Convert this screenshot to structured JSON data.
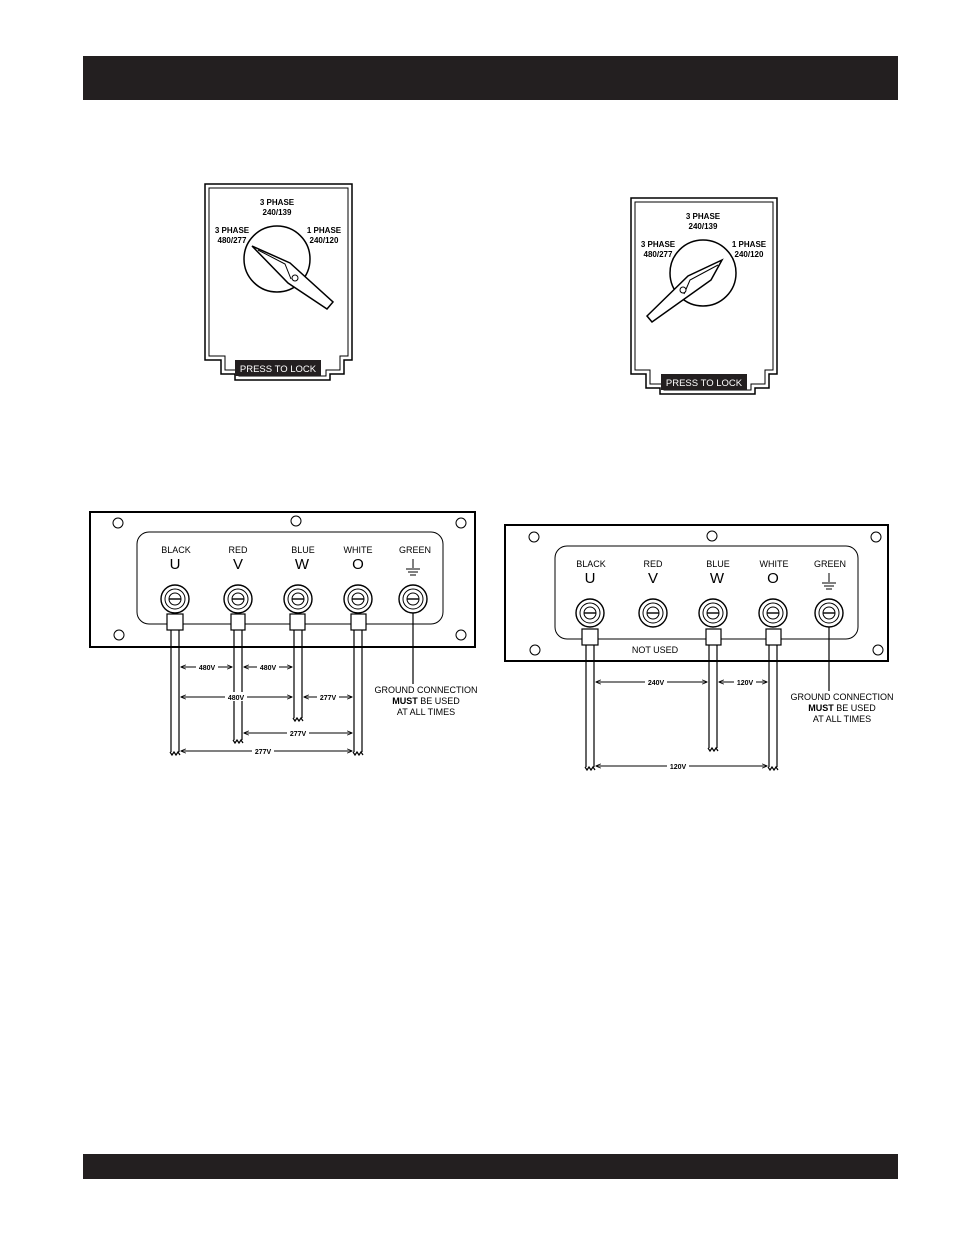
{
  "switch_left": {
    "top_label": [
      "3 PHASE",
      "240/139"
    ],
    "left_label": [
      "3 PHASE",
      "480/277"
    ],
    "right_label": [
      "1 PHASE",
      "240/120"
    ],
    "lock_label": "PRESS TO LOCK"
  },
  "switch_right": {
    "top_label": [
      "3 PHASE",
      "240/139"
    ],
    "left_label": [
      "3 PHASE",
      "480/277"
    ],
    "right_label": [
      "1 PHASE",
      "240/120"
    ],
    "lock_label": "PRESS TO LOCK"
  },
  "panel_left": {
    "terminals": [
      {
        "color": "BLACK",
        "letter": "U"
      },
      {
        "color": "RED",
        "letter": "V"
      },
      {
        "color": "BLUE",
        "letter": "W"
      },
      {
        "color": "WHITE",
        "letter": "O"
      },
      {
        "color": "GREEN",
        "letter": ""
      }
    ],
    "voltages": [
      "480V",
      "480V",
      "480V",
      "277V",
      "277V",
      "277V"
    ],
    "ground_note": [
      "GROUND CONNECTION",
      "MUST",
      " BE USED",
      "AT ALL TIMES"
    ]
  },
  "panel_right": {
    "terminals": [
      {
        "color": "BLACK",
        "letter": "U"
      },
      {
        "color": "RED",
        "letter": "V"
      },
      {
        "color": "BLUE",
        "letter": "W"
      },
      {
        "color": "WHITE",
        "letter": "O"
      },
      {
        "color": "GREEN",
        "letter": ""
      }
    ],
    "not_used_label": "NOT USED",
    "voltages": [
      "240V",
      "120V",
      "120V"
    ],
    "ground_note": [
      "GROUND CONNECTION",
      "MUST",
      " BE USED",
      "AT ALL TIMES"
    ]
  }
}
